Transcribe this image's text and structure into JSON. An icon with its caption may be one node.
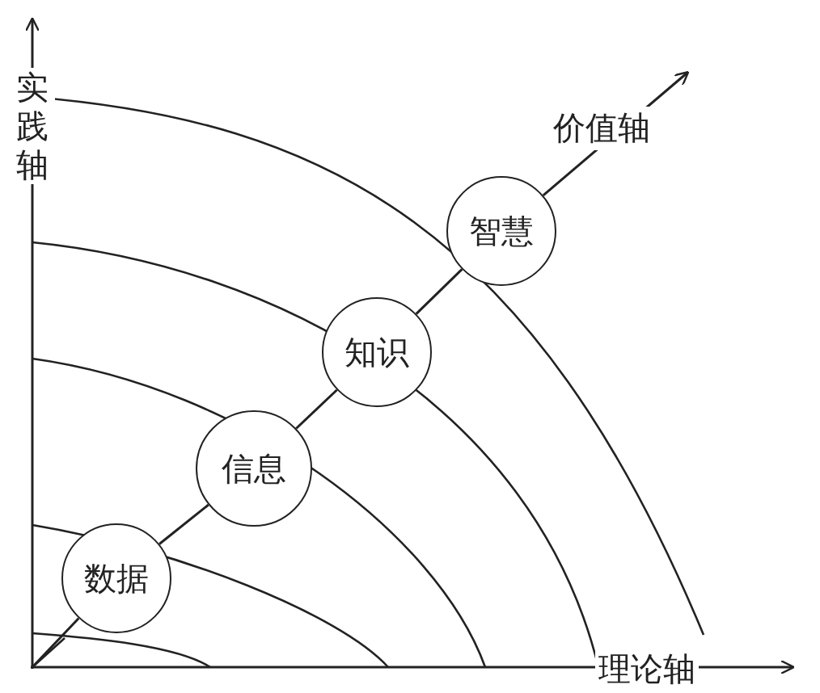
{
  "diagram": {
    "nodes": [
      {
        "text": [
          "数据"
        ]
      },
      {
        "text": [
          "信息"
        ]
      },
      {
        "text": [
          "知识"
        ]
      },
      {
        "text": [
          "智慧"
        ]
      }
    ],
    "edges": [
      {
        "from": null,
        "to": 0,
        "arrow": "none"
      },
      {
        "from": 0,
        "to": 1,
        "arrow": "none"
      },
      {
        "from": 1,
        "to": 2,
        "arrow": "none"
      },
      {
        "from": 2,
        "to": 3,
        "arrow": "none"
      },
      {
        "from": 3,
        "to": null,
        "arrow": "to"
      }
    ],
    "labels": [
      "实践轴",
      "价值轴",
      "理论轴"
    ]
  }
}
